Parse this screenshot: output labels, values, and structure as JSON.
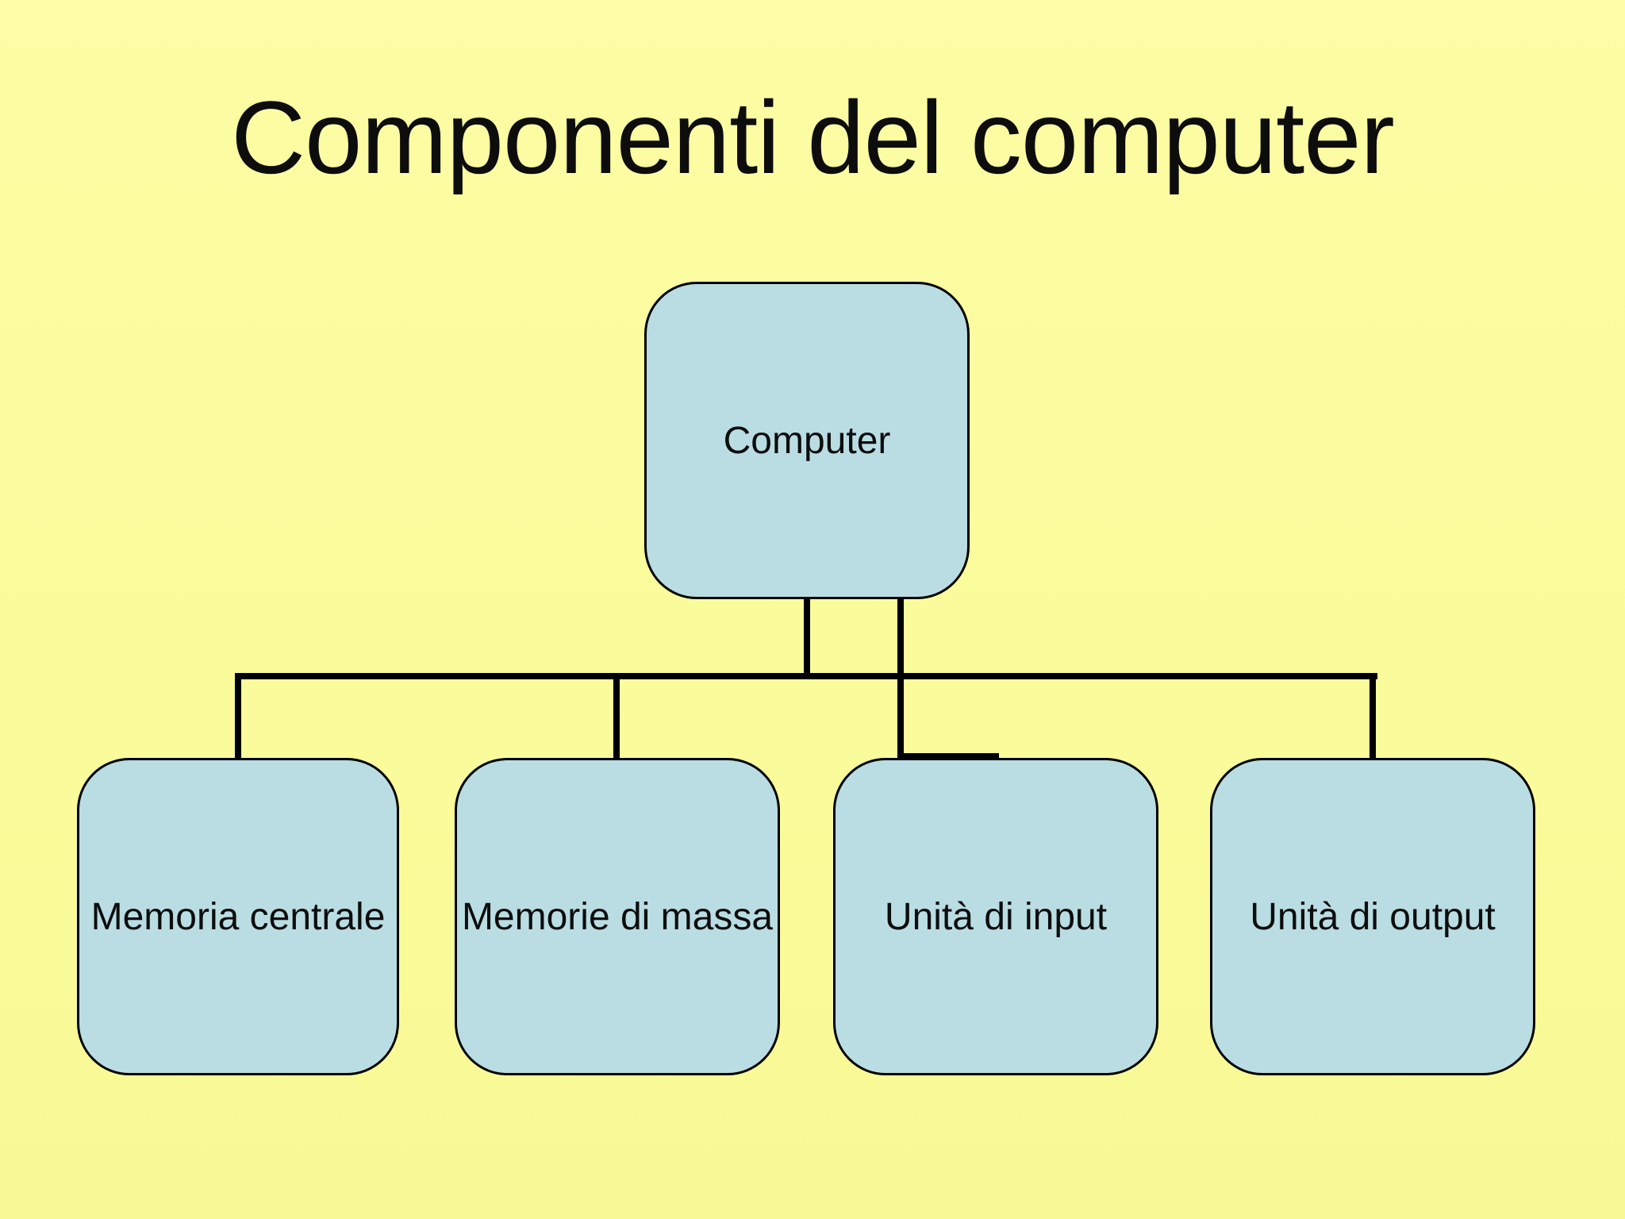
{
  "title": "Componenti del computer",
  "colors": {
    "background": "#fbfc9d",
    "node_fill": "#b9dde3",
    "node_border": "#000000",
    "connector": "#000000",
    "text": "#0d0d0d"
  },
  "diagram": {
    "type": "org-chart",
    "root": {
      "label": "Computer"
    },
    "children": [
      {
        "label": "Memoria centrale"
      },
      {
        "label": "Memorie di massa"
      },
      {
        "label": "Unità di input"
      },
      {
        "label": "Unità di output"
      }
    ]
  }
}
